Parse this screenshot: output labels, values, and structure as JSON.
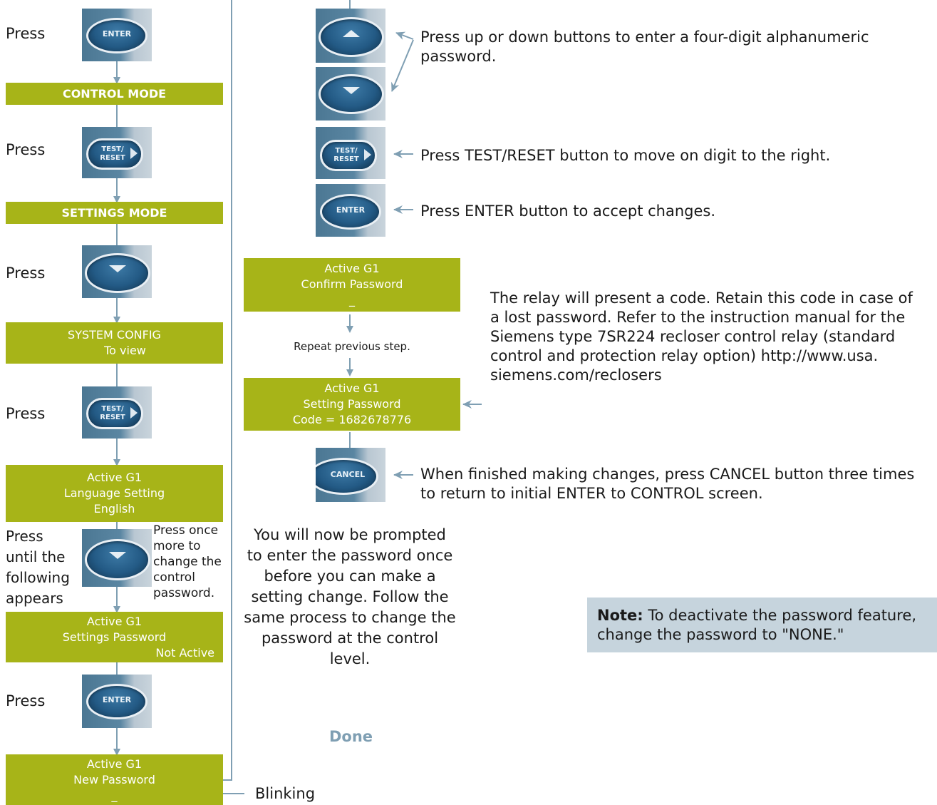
{
  "colors": {
    "box_bg": "#a7b418",
    "arrow": "#7f9fb3",
    "note_bg": "#c6d4dd",
    "done": "#7f9fb3"
  },
  "left": {
    "press1": "Press",
    "control_mode": "CONTROL MODE",
    "press2": "Press",
    "settings_mode": "SETTINGS MODE",
    "press3": "Press",
    "system_config": {
      "line1": "SYSTEM CONFIG",
      "line2": "To view"
    },
    "press4": "Press",
    "language": {
      "line1": "Active G1",
      "line2": "Language Setting",
      "line3": "English"
    },
    "press_until": [
      "Press",
      "until the",
      "following",
      "appears"
    ],
    "press_once": [
      "Press once",
      "more to",
      "change the",
      "control",
      "password."
    ],
    "settings_pw": {
      "line1": "Active G1",
      "line2": "Settings Password",
      "line3": "Not Active"
    },
    "press5": "Press",
    "new_pw": {
      "line1": "Active G1",
      "line2": "New Password",
      "line3": "_"
    },
    "blinking": "Blinking"
  },
  "buttons": {
    "enter": "ENTER",
    "test_reset_1": "TEST/",
    "test_reset_2": "RESET",
    "cancel": "CANCEL"
  },
  "right": {
    "up_down_desc": [
      "Press up or down buttons to enter a four-digit alphanumeric",
      "password."
    ],
    "test_desc": "Press TEST/RESET button to move on digit to the right.",
    "enter_desc": "Press ENTER button to accept changes.",
    "confirm": {
      "line1": "Active G1",
      "line2": "Confirm Password",
      "line3": "_"
    },
    "repeat": "Repeat previous step.",
    "setting_pw": {
      "line1": "Active G1",
      "line2": "Setting Password",
      "line3": "Code = 1682678776"
    },
    "relay_desc": [
      "The relay will present a code. Retain this code in case of",
      "a lost password. Refer to the instruction manual for the",
      "Siemens type 7SR224 recloser control relay (standard",
      "control and protection relay option) http://www.usa.",
      "siemens.com/reclosers"
    ],
    "cancel_desc": [
      "When finished making changes, press CANCEL button three times",
      "to return to initial ENTER to CONTROL screen."
    ],
    "prompt_desc": [
      "You will now be prompted",
      "to enter the password once",
      "before you can make a",
      "setting change. Follow the",
      "same process to change the",
      "password at the control",
      "level."
    ],
    "done": "Done",
    "note_label": "Note:",
    "note_text_1": " To deactivate the password feature,",
    "note_text_2": "change the password to \"NONE.\""
  }
}
